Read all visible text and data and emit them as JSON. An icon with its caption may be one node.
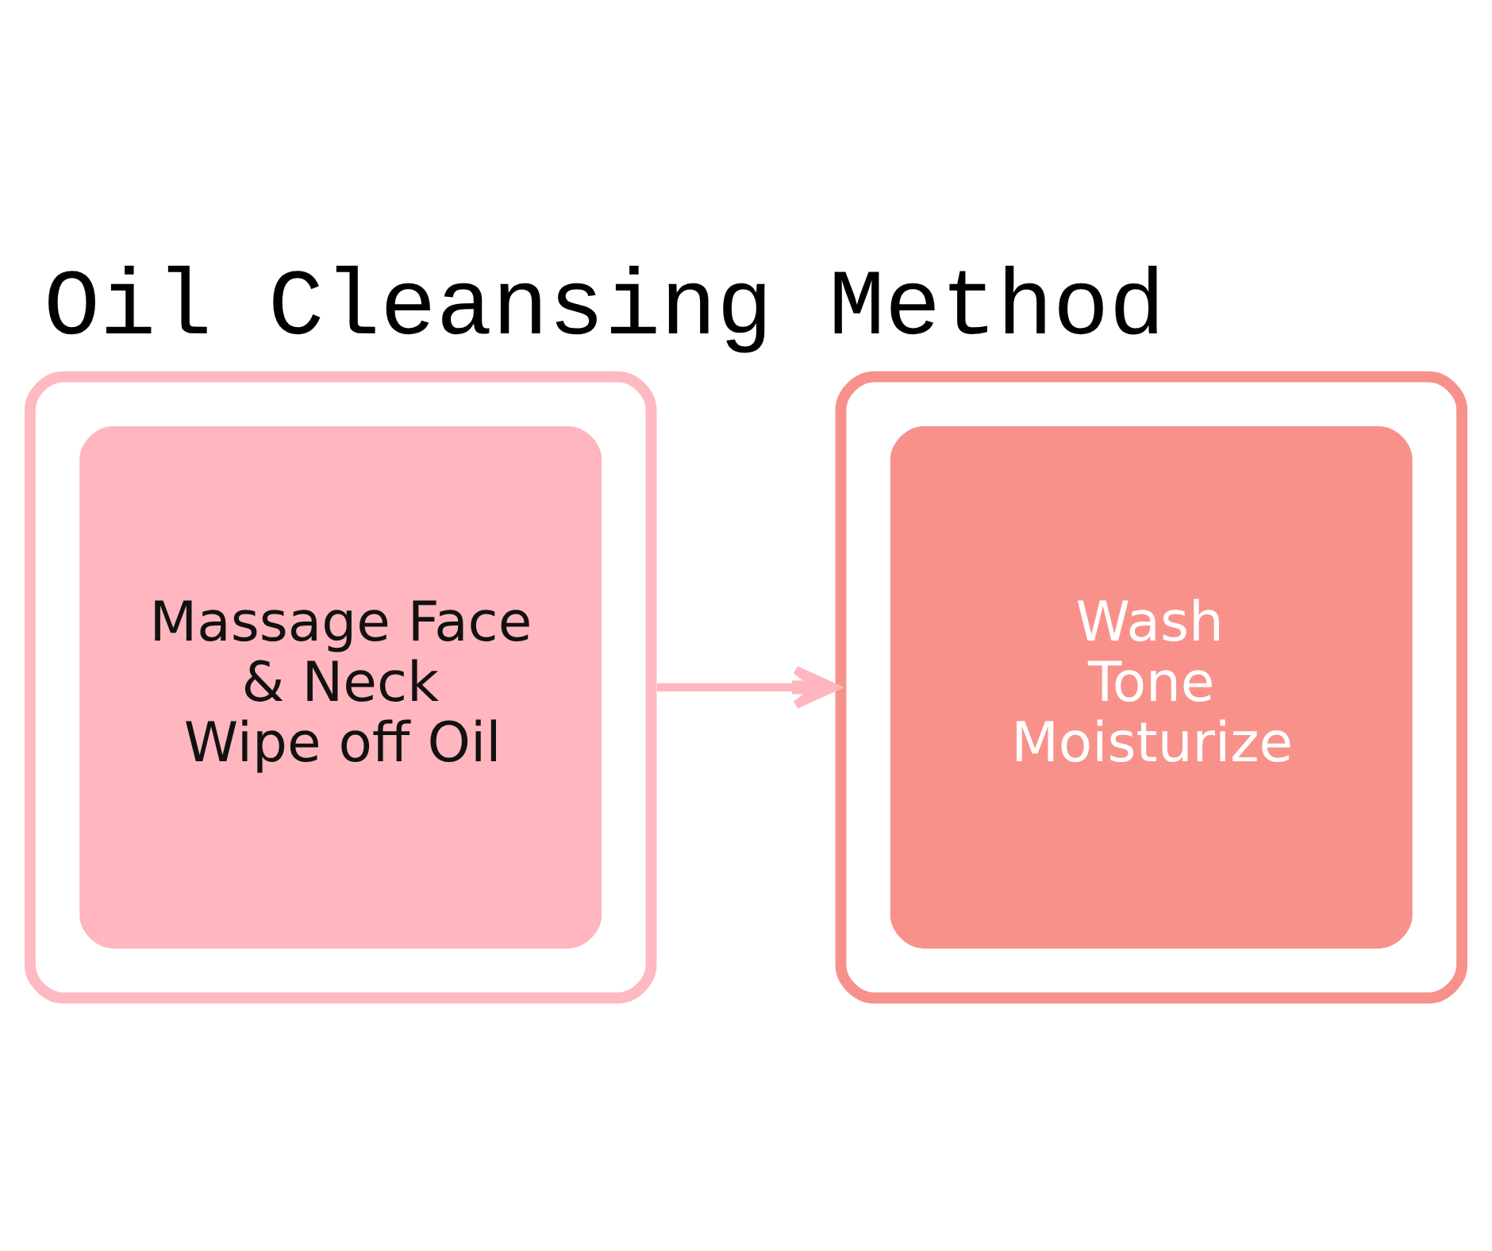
{
  "diagram": {
    "title": "Oil Cleansing Method",
    "nodes": [
      {
        "text": [
          "Massage Face & Neck",
          "Wipe off Oil"
        ]
      },
      {
        "text": [
          "Wash",
          "Tone",
          "Moisturize"
        ]
      }
    ],
    "edges": [
      {
        "from": 0,
        "to": 1,
        "arrow": "to"
      }
    ]
  }
}
